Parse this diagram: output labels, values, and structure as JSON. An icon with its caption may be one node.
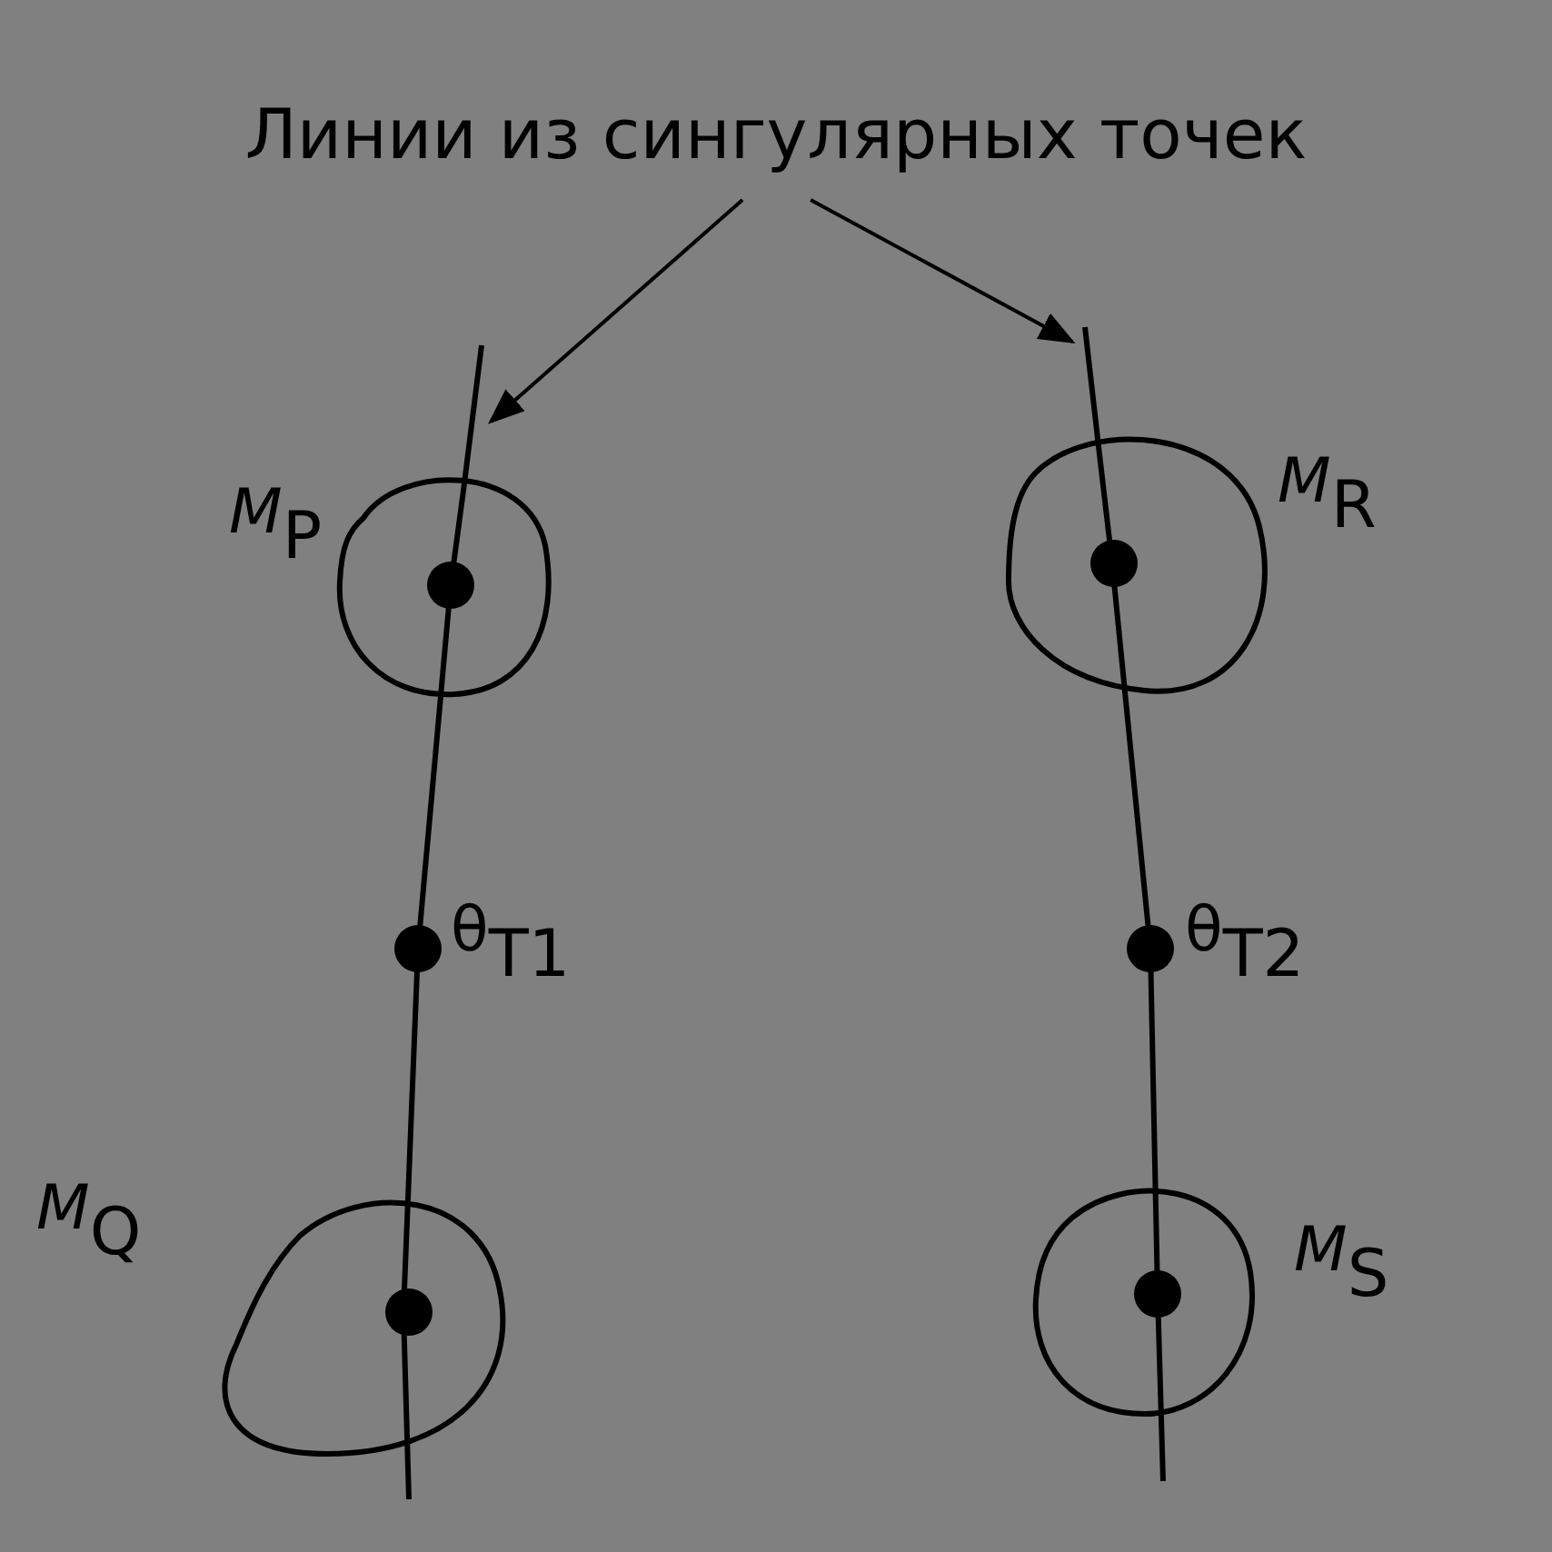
{
  "diagram": {
    "nodes": [
      {
        "text": [
          "Линии из сингулярных точек"
        ]
      },
      {
        "text": [],
        "shape": "line"
      },
      {
        "text": [],
        "shape": "line"
      },
      {
        "text": [
          "*M*$_{P}$"
        ]
      },
      {
        "text": [
          "*M*$_{R}$"
        ]
      },
      {
        "text": [
          "θ$_{T1}$"
        ]
      },
      {
        "text": [
          "θ$_{T2}$"
        ]
      },
      {
        "text": [
          "*M*$_{Q}$"
        ]
      },
      {
        "text": [
          "*M*$_{S}$"
        ]
      }
    ],
    "edges": [
      {
        "from": 0,
        "to": 1,
        "arrow": "to"
      },
      {
        "from": 0,
        "to": 2,
        "arrow": "to"
      }
    ]
  }
}
